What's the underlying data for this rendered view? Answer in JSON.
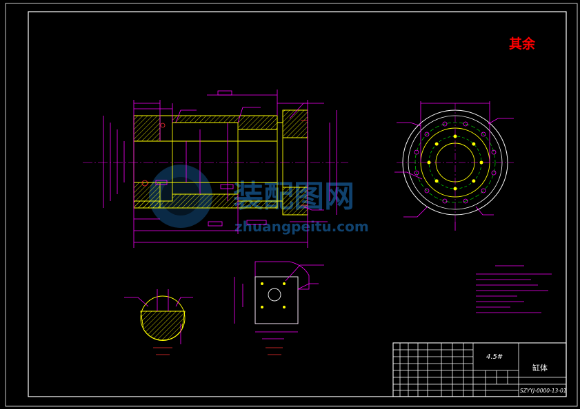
{
  "stamp": "其余",
  "title_block": {
    "material": "4.5#",
    "part_name": "缸体",
    "drawing_no": "SZYYJ-0000-13-01"
  },
  "watermark": {
    "brand": "装配图网",
    "url": "zhuangpeitu.com"
  },
  "colors": {
    "background": "#000000",
    "frame": "#ffffff",
    "dimension": "#ff00ff",
    "outline": "#ffff00",
    "stamp": "#ff0000",
    "watermark": "#1e78c8"
  }
}
